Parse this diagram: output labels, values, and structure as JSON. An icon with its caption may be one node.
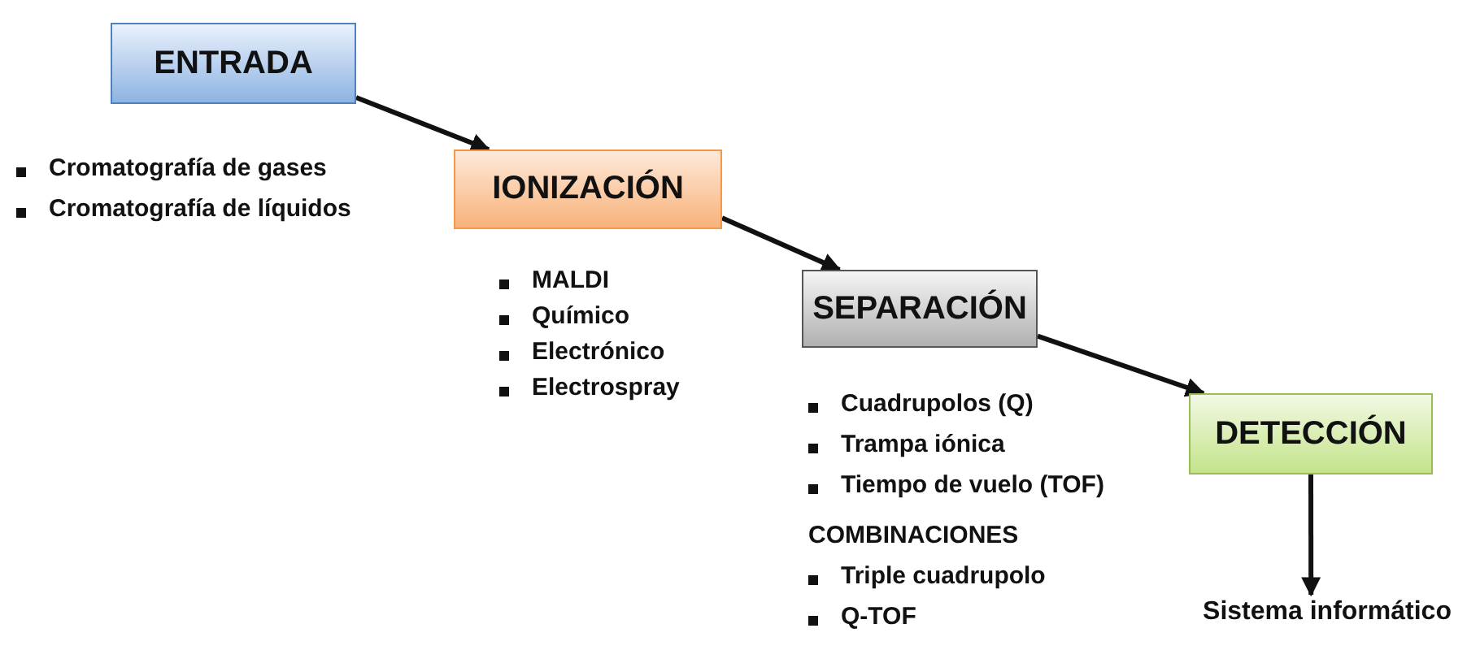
{
  "diagram": {
    "nodes": [
      {
        "text": [
          "ENTRADA"
        ],
        "beside": [
          "Cromatografía de gases",
          "Cromatografía de líquidos"
        ]
      },
      {
        "text": [
          "IONIZACIÓN"
        ],
        "beside": [
          "MALDI",
          "Químico",
          "Electrónico",
          "Electrospray"
        ]
      },
      {
        "text": [
          "SEPARACIÓN"
        ],
        "beside": [
          "Cuadrupolos (Q)",
          "Trampa iónica",
          "Tiempo de vuelo (TOF)",
          "COMBINACIONES",
          "Triple cuadrupolo",
          "Q-TOF"
        ]
      },
      {
        "text": [
          "DETECCIÓN"
        ]
      },
      {
        "text": [
          "Sistema informático"
        ]
      }
    ],
    "edges": [
      {
        "from": 0,
        "to": 1,
        "arrow": "to"
      },
      {
        "from": 1,
        "to": 2,
        "arrow": "to"
      },
      {
        "from": 2,
        "to": 3,
        "arrow": "to"
      },
      {
        "from": 3,
        "to": 4,
        "arrow": "to"
      }
    ]
  }
}
